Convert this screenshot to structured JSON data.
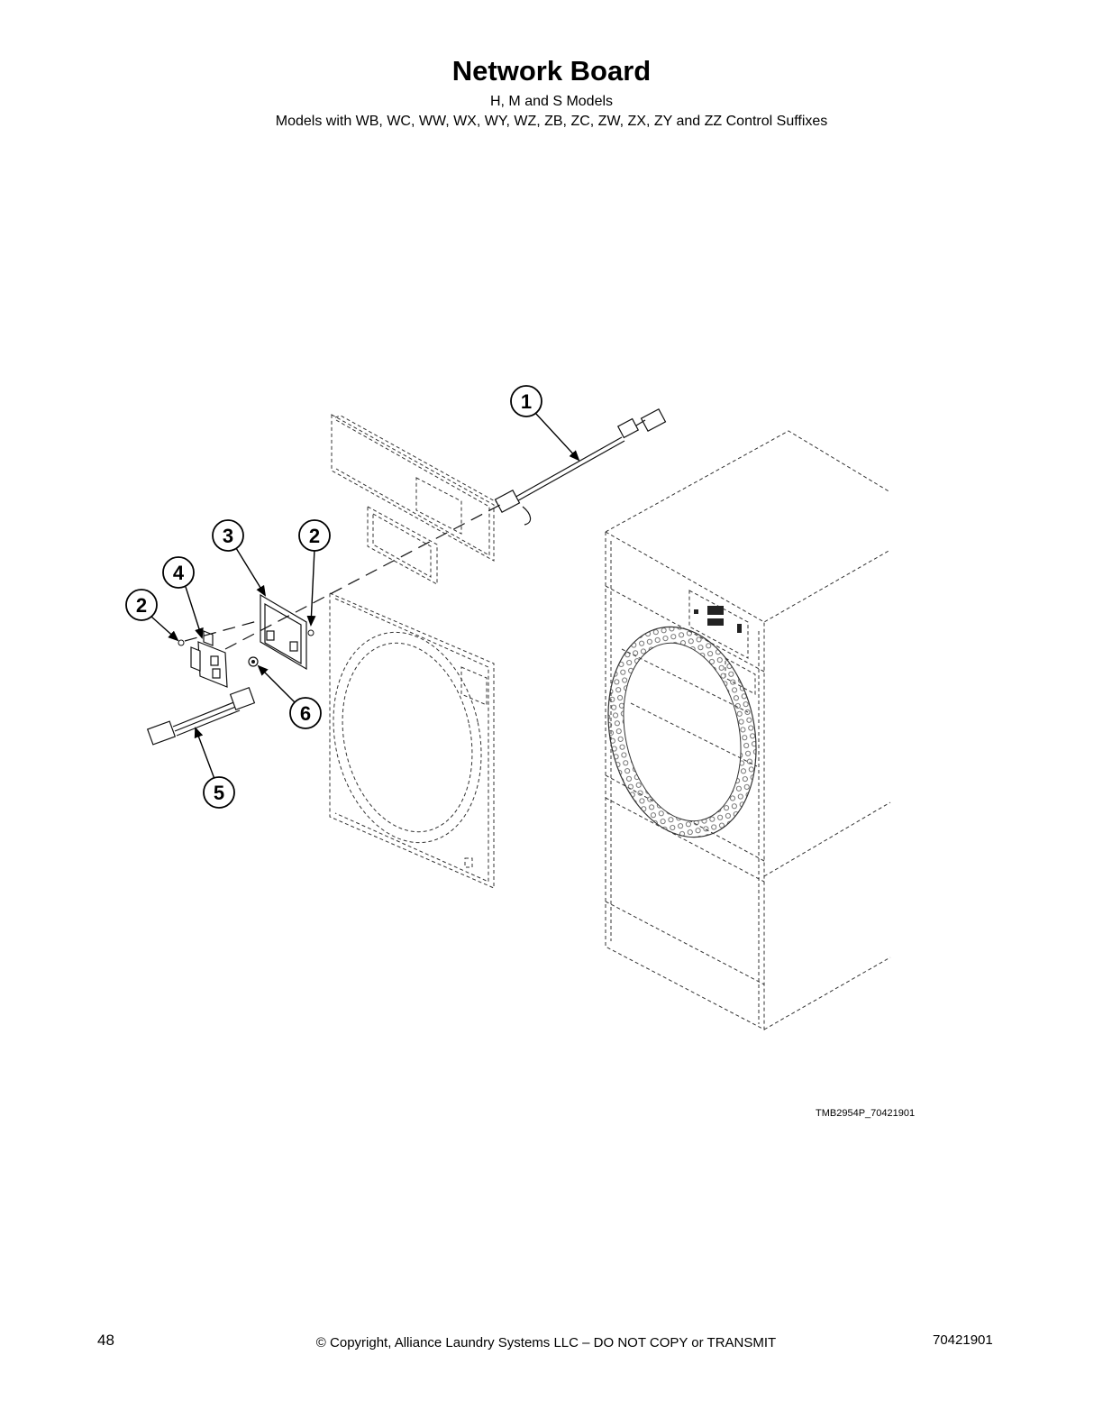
{
  "header": {
    "title": "Network Board",
    "subtitle_line1": "H, M and S Models",
    "subtitle_line2": "Models with WB, WC, WW, WX, WY, WZ, ZB, ZC, ZW, ZX, ZY and ZZ Control Suffixes"
  },
  "diagram": {
    "callouts": [
      {
        "id": "callout-1",
        "label": "1"
      },
      {
        "id": "callout-2a",
        "label": "2"
      },
      {
        "id": "callout-2b",
        "label": "2"
      },
      {
        "id": "callout-3",
        "label": "3"
      },
      {
        "id": "callout-4",
        "label": "4"
      },
      {
        "id": "callout-5",
        "label": "5"
      },
      {
        "id": "callout-6",
        "label": "6"
      }
    ],
    "figure_id": "TMB2954P_70421901"
  },
  "footer": {
    "page_number": "48",
    "copyright": "© Copyright, Alliance Laundry Systems LLC – DO NOT COPY or TRANSMIT",
    "doc_number": "70421901"
  }
}
